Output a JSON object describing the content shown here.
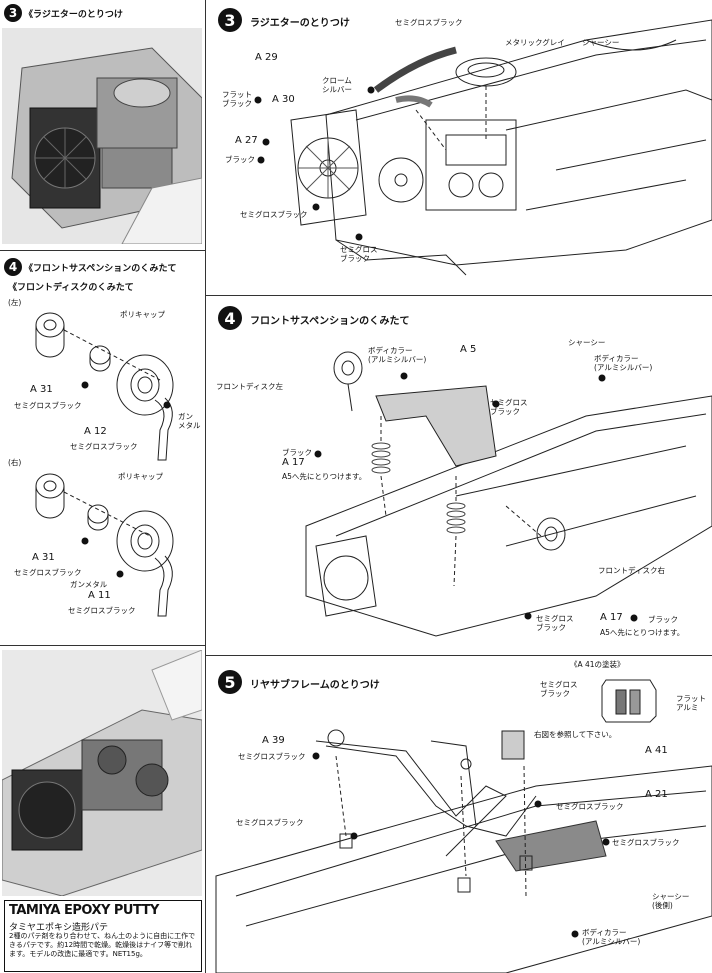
{
  "left": {
    "step3": {
      "num": "3",
      "title": "《ラジエターのとりつけ"
    },
    "step4": {
      "num": "4",
      "title": "《フロントサスペンションのくみたて"
    },
    "disc_title": "《フロントディスクのくみたて",
    "left_side": "(左)",
    "right_side": "(右)",
    "polycap_1": "ポリキャップ",
    "polycap_2": "ポリキャップ",
    "a31_1": "A 31",
    "a31_1_color": "セミグロスブラック",
    "gunmetal_1": "ガン\nメタル",
    "a12": "A 12",
    "a12_color": "セミグロスブラック",
    "a31_2": "A 31",
    "a31_2_color": "セミグロスブラック",
    "gunmetal_2": "ガンメタル",
    "a11": "A 11",
    "a11_color": "セミグロスブラック",
    "putty": {
      "brand": "TAMIYA EPOXY PUTTY",
      "sub": "タミヤエポキシ造形パテ",
      "text": "2種のパテ剤をねり合わせて、ねん土のように自由に工作できるパテです。約12時間で乾燥。乾燥後はナイフ等で削れます。モデルの改造に最適です。NET15g。"
    }
  },
  "step3": {
    "num": "3",
    "title": "ラジエターのとりつけ",
    "semigloss_black_top": "セミグロスブラック",
    "metallic_grey": "メタリックグレイ",
    "chassis": "シャーシー",
    "a29": "A 29",
    "chrome_silver": "クローム\nシルバー",
    "flat_black": "フラット\nブラック",
    "a30": "A 30",
    "a27": "A 27",
    "black": "ブラック",
    "semigloss_black_bottom": "セミグロスブラック",
    "semigloss_black_bottom2": "セミグロス\nブラック"
  },
  "step4": {
    "num": "4",
    "title": "フロントサスペンションのくみたて",
    "a5": "A 5",
    "body_color_1": "ボディカラー\n(アルミシルバー)",
    "chassis": "シャーシー",
    "body_color_2": "ボディカラー\n(アルミシルバー)",
    "front_disc_left": "フロントディスク左",
    "semigloss_black_1": "セミグロス\nブラック",
    "black": "ブラック",
    "a17_left": "A 17",
    "a17_left_note": "A5へ先にとりつけます。",
    "front_disc_right": "フロントディスク右",
    "semigloss_black_2": "セミグロス\nブラック",
    "a17_right": "A 17",
    "a17_right_color": "ブラック",
    "a17_right_note": "A5へ先にとりつけます。"
  },
  "step5": {
    "num": "5",
    "title": "リヤサブフレームのとりつけ",
    "a41_paint": "《A 41の塗装》",
    "semigloss_black_inset": "セミグロス\nブラック",
    "flat_alumi": "フラット\nアルミ",
    "a39": "A 39",
    "a39_color": "セミグロスブラック",
    "refer_note": "右図を参照して下さい。",
    "a41": "A 41",
    "a21": "A 21",
    "semigloss_black_a21": "セミグロスブラック",
    "semigloss_black_left": "セミグロスブラック",
    "semigloss_black_right": "セミグロスブラック",
    "chassis_rear": "シャーシー\n(後側)",
    "body_color": "ボディカラー\n(アルミシルバー)"
  }
}
